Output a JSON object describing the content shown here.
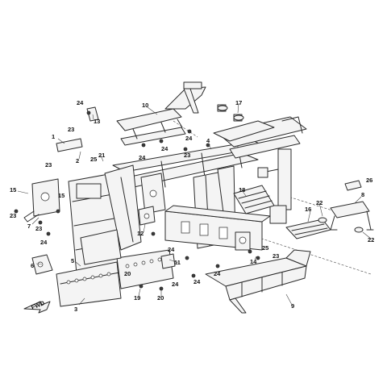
{
  "callouts": [
    "1",
    "2",
    "3",
    "4",
    "5",
    "6",
    "7",
    "8",
    "9",
    "10",
    "11",
    "12",
    "13",
    "14",
    "15",
    "16",
    "17",
    "18",
    "19",
    "20",
    "21",
    "22",
    "23",
    "24",
    "25",
    "26"
  ],
  "direction_marker": "FWD",
  "colors": {
    "line": "#2b2b2b",
    "fill": "#f4f4f4",
    "text": "#111111"
  }
}
